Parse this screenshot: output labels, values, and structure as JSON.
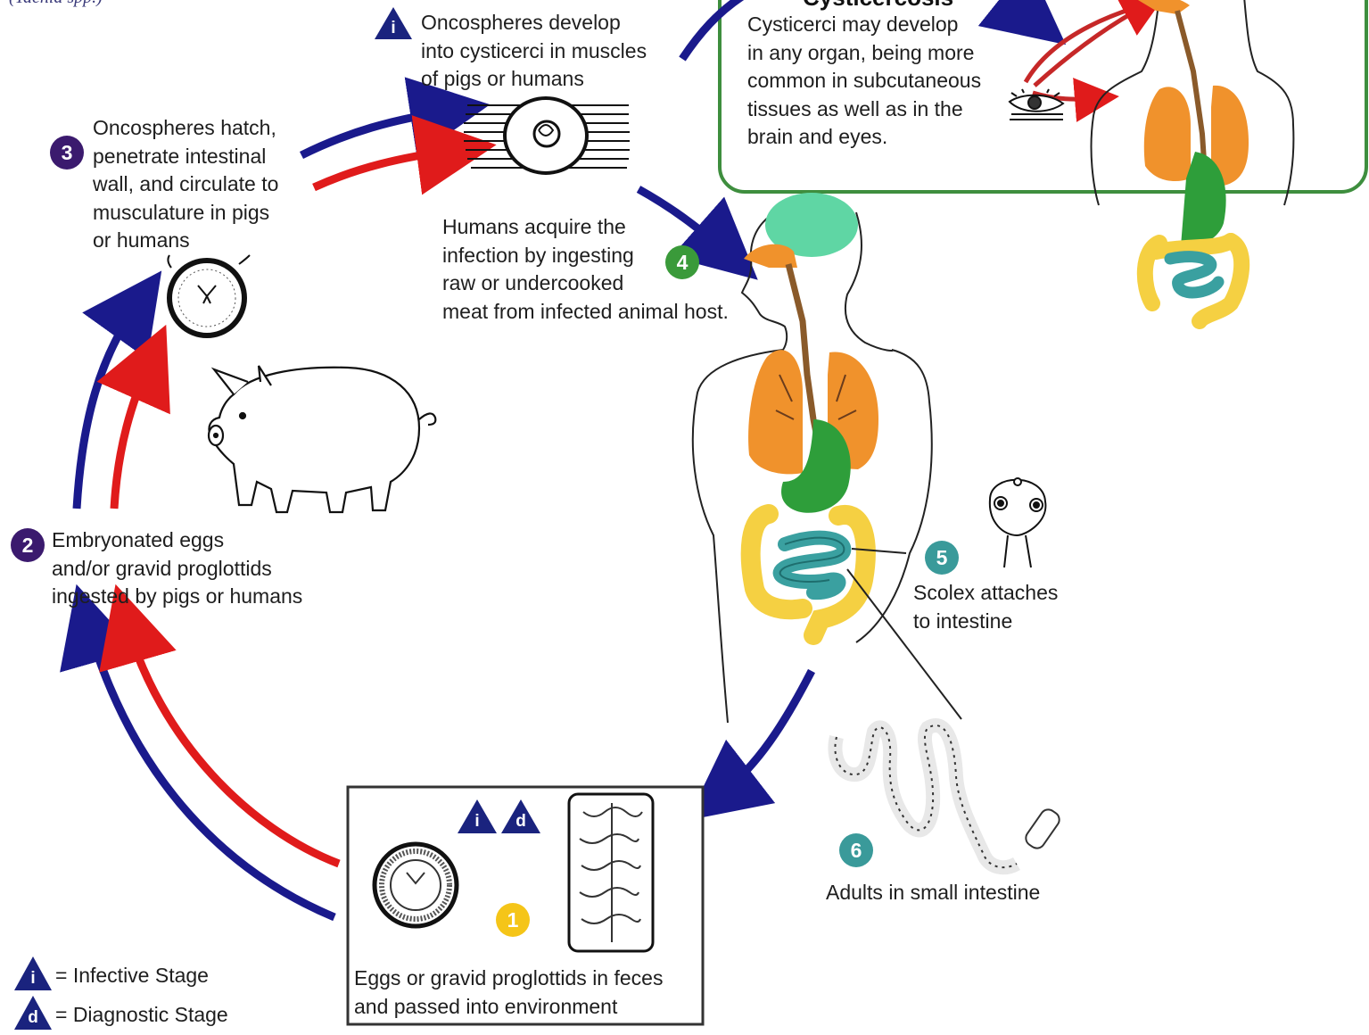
{
  "top_fragment": "(Taenia spp.)",
  "cysticercosis_box": {
    "title": "Cysticercosis",
    "text": "Cysticerci may develop\nin any organ, being more\ncommon in subcutaneous\ntissues as well as in the\nbrain and eyes."
  },
  "stages": [
    {
      "number": "1",
      "color": "#f5c518",
      "text": "Eggs or gravid proglottids in feces\nand passed into environment",
      "markers": [
        "i",
        "d"
      ]
    },
    {
      "number": "2",
      "color": "#3b1a6e",
      "text": "Embryonated eggs\nand/or gravid proglottids\ningested by pigs or humans"
    },
    {
      "number": "3",
      "color": "#3b1a6e",
      "text": "Oncospheres hatch,\npenetrate intestinal\nwall, and circulate to\nmusculature in pigs\nor humans"
    },
    {
      "number": "4",
      "color": "#3a9a3a",
      "text": "Humans acquire the\ninfection by ingesting\nraw or undercooked\nmeat from infected animal host."
    },
    {
      "number": "5",
      "color": "#3a9a9a",
      "text": "Scolex attaches\nto intestine"
    },
    {
      "number": "6",
      "color": "#3a9a9a",
      "text": "Adults in small intestine"
    }
  ],
  "cysticerci_step": {
    "marker": "i",
    "text": "Oncospheres develop\ninto cysticerci in muscles\nof pigs or humans"
  },
  "legend": [
    {
      "symbol": "i",
      "text": "= Infective Stage"
    },
    {
      "symbol": "d",
      "text": "= Diagnostic Stage"
    }
  ],
  "colors": {
    "human_path": "#1a1a8c",
    "pig_path": "#e01b1b",
    "marker_fill": "#1a237e",
    "box_border": "#3e8e3e",
    "lungs": "#f0922c",
    "brain": "#5fd6a4",
    "digestive": "#2e9e3a",
    "colon": "#f5d042",
    "small_intestine": "#3aa0a0"
  }
}
